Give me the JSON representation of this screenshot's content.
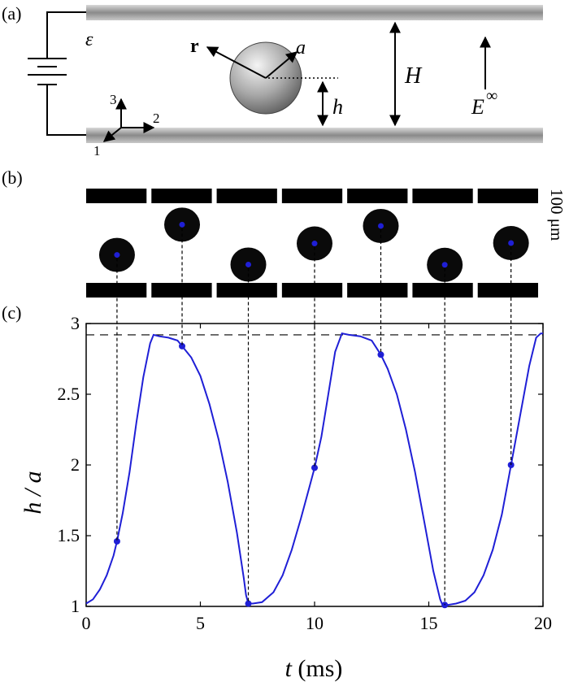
{
  "panel_a": {
    "label": "(a)",
    "epsilon": "ε",
    "r_label": "r",
    "a_label": "a",
    "h_label": "h",
    "H_label": "H",
    "E_label": "E",
    "E_sup": "∞",
    "axis_1": "1",
    "axis_2": "2",
    "axis_3": "3"
  },
  "panel_b": {
    "label": "(b)",
    "scale_label": "100 μm",
    "frame_count": 7,
    "frame_h_over_a": [
      1.46,
      2.84,
      1.02,
      1.98,
      2.78,
      1.01,
      2.0
    ]
  },
  "chart_data": {
    "type": "line",
    "panel_label": "(c)",
    "xlabel_italic": "t",
    "xlabel_unit": " (ms)",
    "ylabel": "h / a",
    "xlim": [
      0,
      20
    ],
    "ylim": [
      1,
      3
    ],
    "xticks": [
      0,
      5,
      10,
      15,
      20
    ],
    "yticks": [
      1,
      1.5,
      2,
      2.5,
      3
    ],
    "ytick_labels": [
      "1",
      "1.5",
      "2",
      "2.5",
      "3"
    ],
    "line_color": "#1f1fd6",
    "dashed_reference_y": 2.92,
    "series": [
      {
        "x": [
          0,
          0.3,
          0.6,
          0.9,
          1.2,
          1.35,
          1.6,
          1.9,
          2.2,
          2.5,
          2.8,
          2.95,
          3.2,
          3.6,
          4.0,
          4.2,
          4.6,
          5.0,
          5.4,
          5.8,
          6.2,
          6.6,
          6.9,
          7.0,
          7.1,
          7.3,
          7.7,
          8.2,
          8.6,
          9.0,
          9.4,
          9.8,
          10.0,
          10.3,
          10.6,
          10.9,
          11.2,
          11.5,
          12.0,
          12.5,
          12.9,
          13.2,
          13.6,
          14.0,
          14.4,
          14.8,
          15.2,
          15.5,
          15.6,
          15.8,
          16.2,
          16.6,
          17.0,
          17.4,
          17.8,
          18.2,
          18.6,
          19.0,
          19.4,
          19.7,
          19.9,
          20.0
        ],
        "y": [
          1.02,
          1.05,
          1.12,
          1.22,
          1.36,
          1.46,
          1.66,
          1.95,
          2.3,
          2.62,
          2.86,
          2.92,
          2.91,
          2.9,
          2.88,
          2.84,
          2.76,
          2.63,
          2.43,
          2.18,
          1.88,
          1.52,
          1.2,
          1.08,
          1.02,
          1.02,
          1.03,
          1.1,
          1.22,
          1.4,
          1.62,
          1.86,
          1.98,
          2.2,
          2.5,
          2.8,
          2.93,
          2.92,
          2.91,
          2.88,
          2.78,
          2.68,
          2.5,
          2.25,
          1.95,
          1.6,
          1.25,
          1.05,
          1.01,
          1.01,
          1.02,
          1.04,
          1.1,
          1.22,
          1.4,
          1.65,
          2.0,
          2.35,
          2.7,
          2.9,
          2.93,
          2.93
        ]
      }
    ],
    "markers": [
      {
        "x": 1.35,
        "y": 1.46
      },
      {
        "x": 4.2,
        "y": 2.84
      },
      {
        "x": 7.1,
        "y": 1.02
      },
      {
        "x": 10.0,
        "y": 1.98
      },
      {
        "x": 12.9,
        "y": 2.78
      },
      {
        "x": 15.7,
        "y": 1.01
      },
      {
        "x": 18.6,
        "y": 2.0
      }
    ]
  }
}
